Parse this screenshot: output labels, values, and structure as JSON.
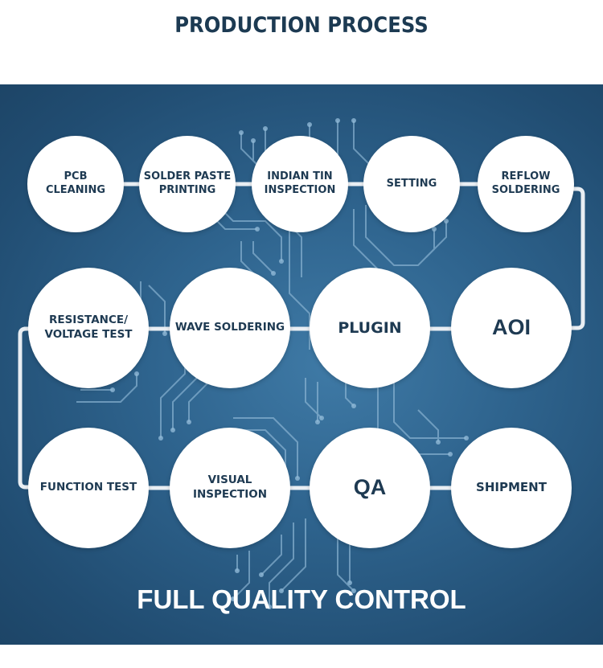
{
  "header": {
    "title": "PRODUCTION PROCESS"
  },
  "steps": {
    "pcb_cleaning": "PCB\nCLEANING",
    "solder_paste_printing": "SOLDER PASTE\nPRINTING",
    "indian_tin_inspection": "INDIAN TIN\nINSPECTION",
    "setting": "SETTING",
    "reflow_soldering": "REFLOW\nSOLDERING",
    "resistance_voltage_test": "RESISTANCE/\nVOLTAGE TEST",
    "wave_soldering": "WAVE SOLDERING",
    "plugin": "PLUGIN",
    "aoi": "AOI",
    "function_test": "FUNCTION TEST",
    "visual_inspection": "VISUAL INSPECTION",
    "qa": "QA",
    "shipment": "SHIPMENT"
  },
  "footer": {
    "title": "FULL QUALITY CONTROL"
  },
  "colors": {
    "title": "#1c3a52",
    "panel_dark": "#1d4567",
    "panel_light": "#3f7aa6",
    "node_fill": "#ffffff",
    "node_text": "#1e3a52",
    "trace": "#8fb8d6"
  }
}
